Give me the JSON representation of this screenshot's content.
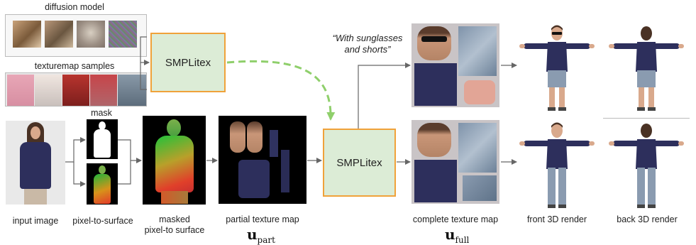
{
  "labels": {
    "diffusion_model": "diffusion model",
    "texturemap_samples": "texturemap samples",
    "mask": "mask",
    "input_image": "input image",
    "pixel_to_surface": "pixel-to-surface",
    "masked_line1": "masked",
    "masked_line2": "pixel-to surface",
    "partial_texture_map": "partial texture map",
    "complete_texture_map": "complete texture map",
    "front_render": "front 3D render",
    "back_render": "back 3D render"
  },
  "boxes": {
    "top": "SMPLitex",
    "main": "SMPLitex"
  },
  "prompt": {
    "line1": "“With sunglasses",
    "line2": "and shorts”"
  },
  "symbols": {
    "u": "u",
    "part_sub": "part",
    "full_sub": "full"
  },
  "colors": {
    "box_fill": "#dcecd6",
    "box_border": "#f0a23a",
    "dashed_arrow": "#8fcf6b",
    "arrow": "#666666",
    "shirt": "#2d2f5c",
    "jeans": "#8a9bb0",
    "skin": "#d9a98c"
  }
}
